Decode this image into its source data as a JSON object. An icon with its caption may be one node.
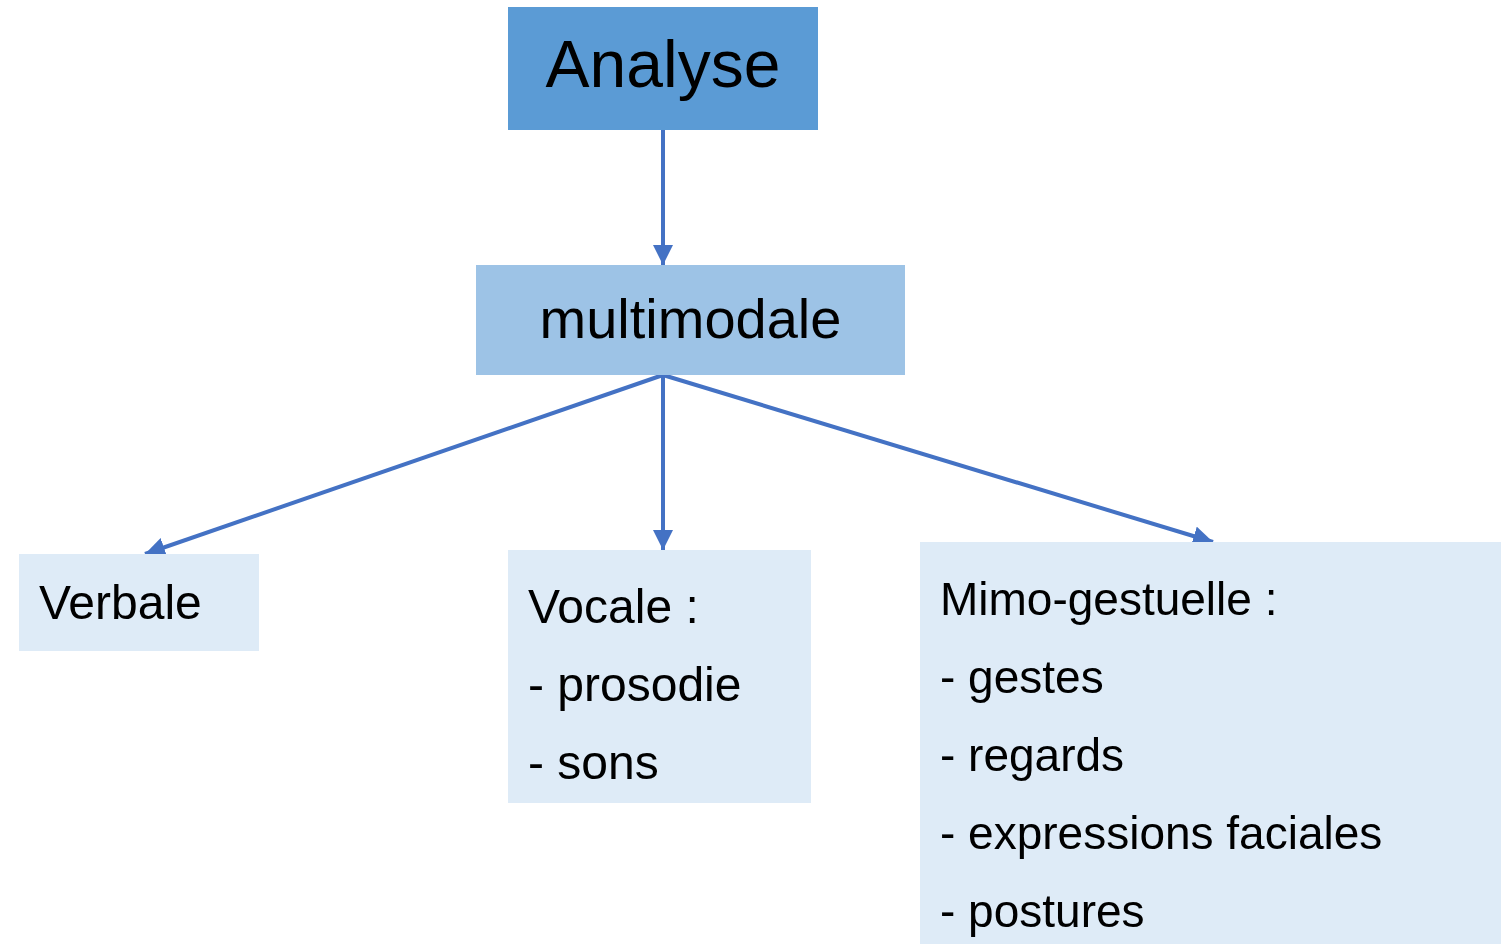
{
  "diagram": {
    "nodes": [
      {
        "text": [
          "Analyse"
        ]
      },
      {
        "text": [
          "multimodale"
        ]
      },
      {
        "text": [
          "Verbale"
        ]
      },
      {
        "text": [
          "Vocale :",
          "- prosodie",
          "- sons"
        ]
      },
      {
        "text": [
          "Mimo-gestuelle :",
          "- gestes",
          "- regards",
          "- expressions faciales",
          "- postures"
        ]
      }
    ],
    "edges": [
      {
        "from": 0,
        "to": 1,
        "arrow": "to"
      },
      {
        "from": 1,
        "to": 2,
        "arrow": "to"
      },
      {
        "from": 1,
        "to": 3,
        "arrow": "to"
      },
      {
        "from": 1,
        "to": 4,
        "arrow": "to"
      }
    ]
  }
}
